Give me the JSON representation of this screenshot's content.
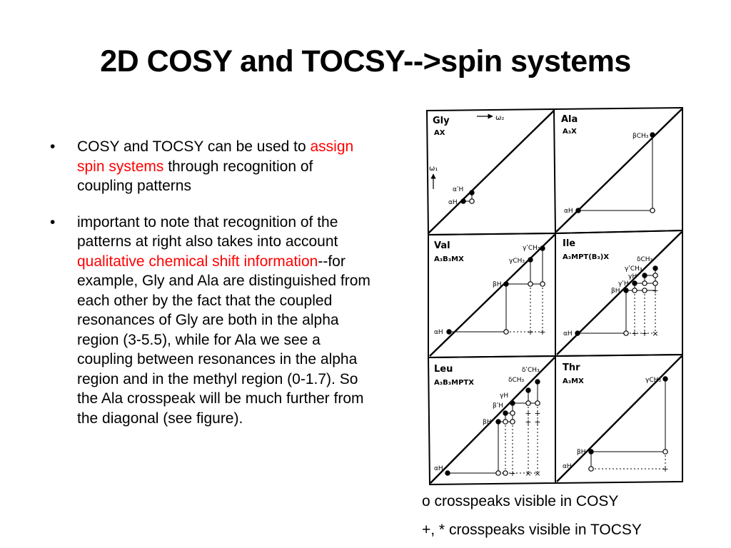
{
  "slide": {
    "title": "2D COSY and TOCSY-->spin systems",
    "bullets": [
      {
        "pre": "COSY and TOCSY can be used to",
        "highlight": "assign spin systems",
        "post": " through recognition of coupling patterns"
      },
      {
        "pre": "important to note that recognition of the patterns at right also takes into account ",
        "highlight": "qualitative chemical shift information",
        "post": "--for example, Gly and Ala are distinguished from each other by the fact that the coupled resonances of Gly are both in the alpha region (3-5.5), while for Ala we see a coupling between resonances in the alpha region and in the methyl region (0-1.7).  So the Ala crosspeak will be much further from the diagonal (see figure)."
      }
    ],
    "captions": [
      "o crosspeaks visible in COSY",
      "+, * crosspeaks visible in TOCSY"
    ],
    "colors": {
      "highlight": "#ff0000",
      "text": "#000000"
    }
  },
  "figure": {
    "axis_labels": {
      "horizontal": "ω₂",
      "vertical": "ω₁"
    },
    "panels": [
      {
        "name": "Gly",
        "system": "AX",
        "labels": [
          "αʹH",
          "αH"
        ]
      },
      {
        "name": "Ala",
        "system": "A₃X",
        "labels": [
          "βCH₃",
          "αH"
        ]
      },
      {
        "name": "Val",
        "system": "A₃B₃MX",
        "labels": [
          "γʹCH₃",
          "γCH₃",
          "βH",
          "αH"
        ]
      },
      {
        "name": "Ile",
        "system": "A₃MPT(B₃)X",
        "labels": [
          "δCH₃",
          "γʹCH₃",
          "γH",
          "γʹH",
          "βH",
          "αH"
        ]
      },
      {
        "name": "Leu",
        "system": "A₃B₃MPTX",
        "labels": [
          "δʹCH₃",
          "δCH₃",
          "γH",
          "βʹH",
          "βH",
          "αH"
        ]
      },
      {
        "name": "Thr",
        "system": "A₃MX",
        "labels": [
          "γCH₃",
          "βH",
          "αH"
        ]
      }
    ]
  }
}
